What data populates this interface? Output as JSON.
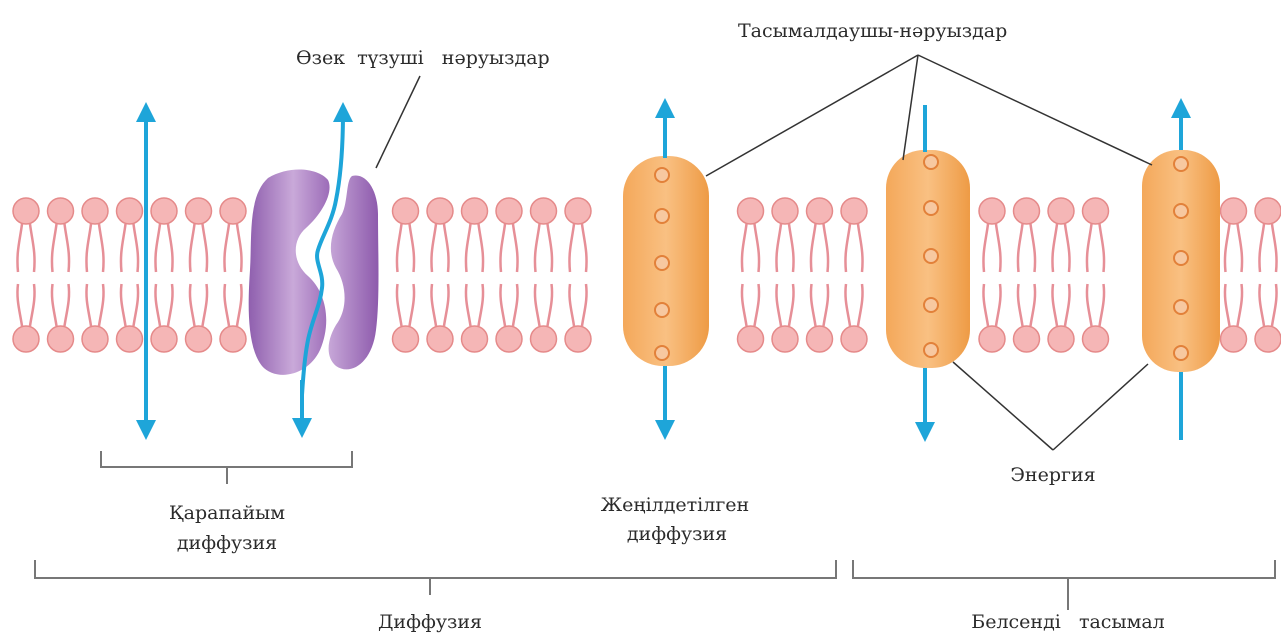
{
  "labels": {
    "channel_proteins": "Өзек  түзуші   нәруыздар",
    "carrier_proteins": "Тасымалдаушы-нәруыздар",
    "simple_diffusion_line1": "Қарапайым",
    "simple_diffusion_line2": "диффузия",
    "facilitated_diffusion_line1": "Жеңілдетілген",
    "facilitated_diffusion_line2": "диффузия",
    "energy": "Энергия",
    "diffusion": "Диффузия",
    "active_transport": "Белсенді   тасымал"
  },
  "colors": {
    "lipid_head": "#f5b6b6",
    "lipid_head_stroke": "#e58a8a",
    "lipid_tail": "#e68f97",
    "arrow": "#1ea5d9",
    "channel_protein": "#a77bbf",
    "carrier_protein": "#f2a350",
    "carrier_dot": "#f7c8a0",
    "leader_line": "#333333"
  }
}
